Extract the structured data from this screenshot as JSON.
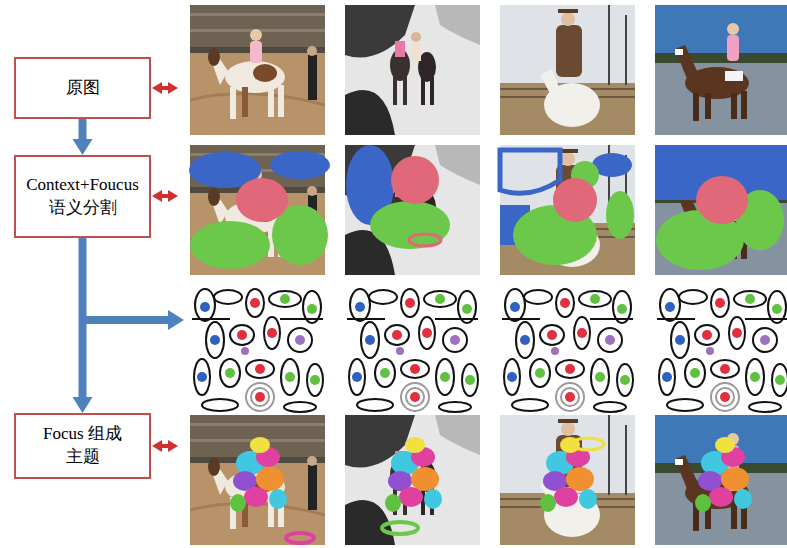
{
  "diagram": {
    "nodes": [
      {
        "text": [
          "原图"
        ]
      },
      {
        "text": [
          "Context+Foucus 语义分割"
        ]
      },
      {
        "text": [
          "Focus 组成主题"
        ]
      }
    ],
    "edges": [
      {
        "from": 0,
        "to": 1,
        "arrow": "to"
      },
      {
        "from": 1,
        "to": 2,
        "arrow": "to"
      }
    ]
  }
}
